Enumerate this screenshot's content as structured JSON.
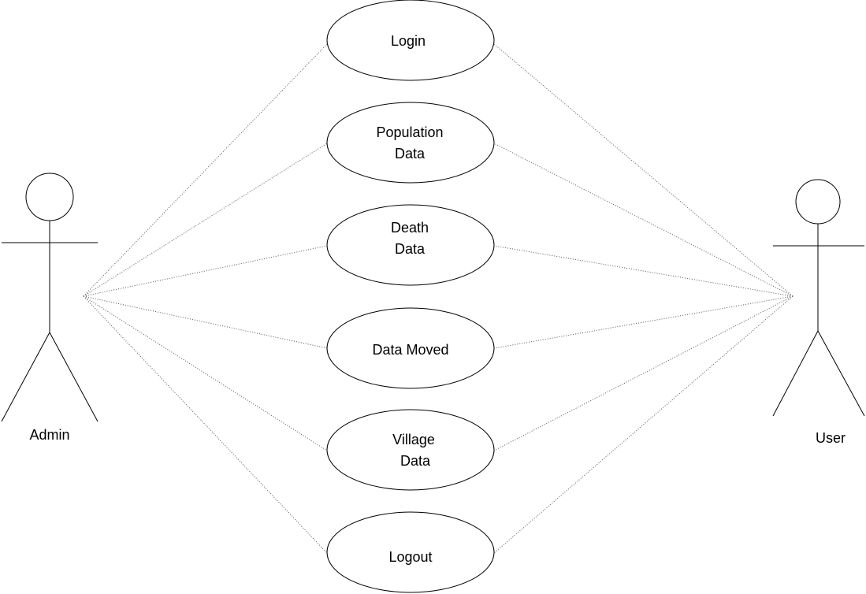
{
  "diagram": {
    "actors": [
      {
        "id": "admin",
        "label": "Admin"
      },
      {
        "id": "user",
        "label": "User"
      }
    ],
    "use_cases": [
      {
        "id": "login",
        "lines": [
          "Login"
        ]
      },
      {
        "id": "population-data",
        "lines": [
          "Population",
          "Data"
        ]
      },
      {
        "id": "death-data",
        "lines": [
          "Death",
          "Data"
        ]
      },
      {
        "id": "data-moved",
        "lines": [
          "Data Moved"
        ]
      },
      {
        "id": "village-data",
        "lines": [
          "Village",
          "Data"
        ]
      },
      {
        "id": "logout",
        "lines": [
          "Logout"
        ]
      }
    ],
    "line_style": "dotted",
    "colors": {
      "stroke": "#000000",
      "connector": "#555555",
      "background": "#ffffff"
    }
  }
}
